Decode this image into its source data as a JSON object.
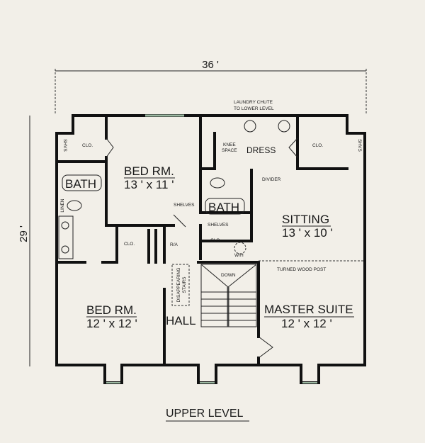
{
  "dimensions": {
    "width": "36 '",
    "depth": "29 '"
  },
  "title": "UPPER LEVEL",
  "rooms": {
    "bed1": {
      "name": "BED RM.",
      "size": "13 ' x 11 '"
    },
    "bed2": {
      "name": "BED RM.",
      "size": "12 ' x 12 '"
    },
    "sitting": {
      "name": "SITTING",
      "size": "13 ' x 10 '"
    },
    "master": {
      "name": "MASTER SUITE",
      "size": "12 ' x 12 '"
    },
    "hall": "HALL",
    "bath": "BATH",
    "dress": "DRESS"
  },
  "notes": {
    "laundry1": "LAUNDRY CHUTE",
    "laundry2": "TO LOWER LEVEL",
    "knee1": "KNEE",
    "knee2": "SPACE",
    "divider": "DIVIDER",
    "shelves": "SHELVES",
    "closet": "CLO.",
    "ra": "R/A",
    "wh": "W/H",
    "down": "DOWN",
    "stairs1": "DISAPPEARING",
    "stairs2": "STAIRS",
    "post": "TURNED WOOD POST",
    "shvs": "SHVS",
    "linen": "LINEN"
  }
}
